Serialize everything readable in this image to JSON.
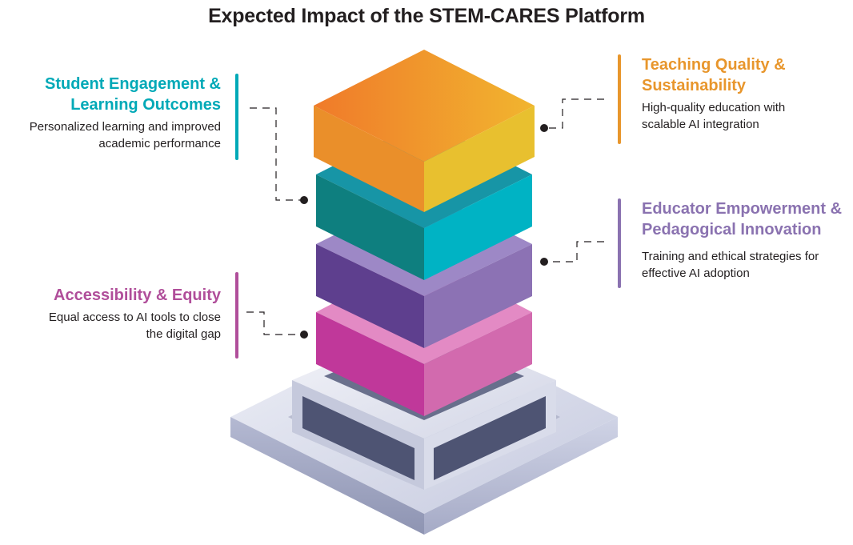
{
  "title": "Expected Impact of the STEM-CARES Platform",
  "colors": {
    "teal": "#00a9b7",
    "orange": "#e8962c",
    "purple": "#8a72b0",
    "magenta": "#b04e9a",
    "text": "#231f20",
    "base": "#a7acc6"
  },
  "callouts": {
    "student": {
      "title_line1": "Student Engagement &",
      "title_line2": "Learning Outcomes",
      "desc_line1": "Personalized learning and improved",
      "desc_line2": "academic performance"
    },
    "accessibility": {
      "title_line1": "Accessibility & Equity",
      "desc_line1": "Equal access to AI tools to close",
      "desc_line2": "the digital gap"
    },
    "teaching": {
      "title_line1": "Teaching Quality &",
      "title_line2": "Sustainability",
      "desc_line1": "High-quality education with",
      "desc_line2": "scalable AI integration"
    },
    "educator": {
      "title_line1": "Educator Empowerment &",
      "title_line2": "Pedagogical Innovation",
      "desc_line1": "Training and ethical strategies for",
      "desc_line2": "effective AI adoption"
    }
  }
}
